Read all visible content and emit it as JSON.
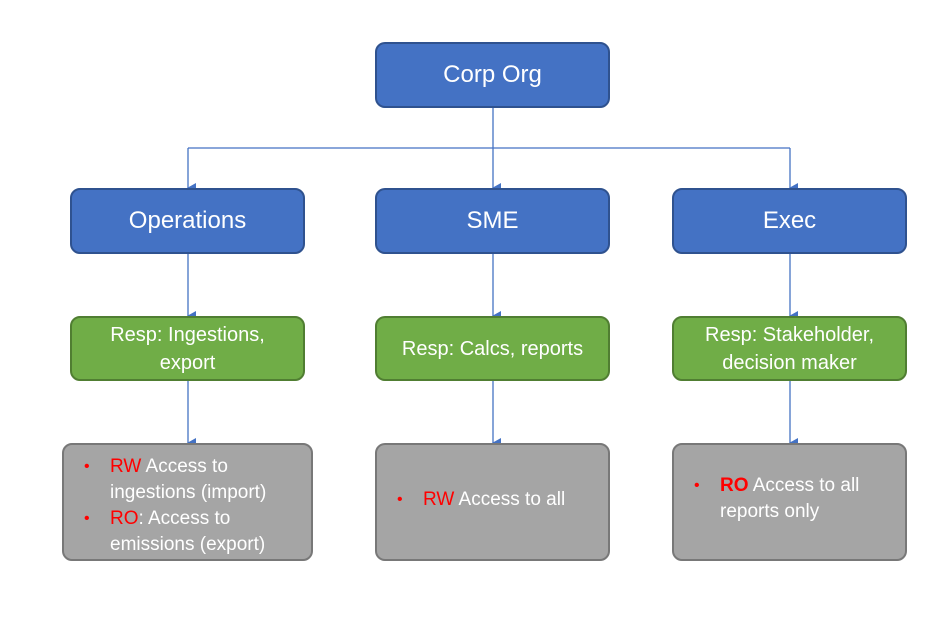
{
  "root": {
    "label": "Corp Org"
  },
  "departments": [
    {
      "name": "Operations",
      "resp": [
        "Resp: Ingestions,",
        "export"
      ],
      "access": [
        {
          "hl": "RW",
          "rest": " Access to ingestions (import)"
        },
        {
          "hl": "RO",
          "rest": ": Access to emissions (export)"
        }
      ]
    },
    {
      "name": "SME",
      "resp": [
        "Resp: Calcs, reports"
      ],
      "access": [
        {
          "hl": "RW",
          "rest": " Access to all"
        }
      ]
    },
    {
      "name": "Exec",
      "resp": [
        "Resp: Stakeholder,",
        "decision maker"
      ],
      "access": [
        {
          "hl": "RO",
          "rest": " Access to all reports only"
        }
      ]
    }
  ],
  "colors": {
    "blue": "#4472C4",
    "green": "#70AD47",
    "grey": "#A5A5A5",
    "connector": "#4472C4",
    "highlight": "#FF0000"
  }
}
